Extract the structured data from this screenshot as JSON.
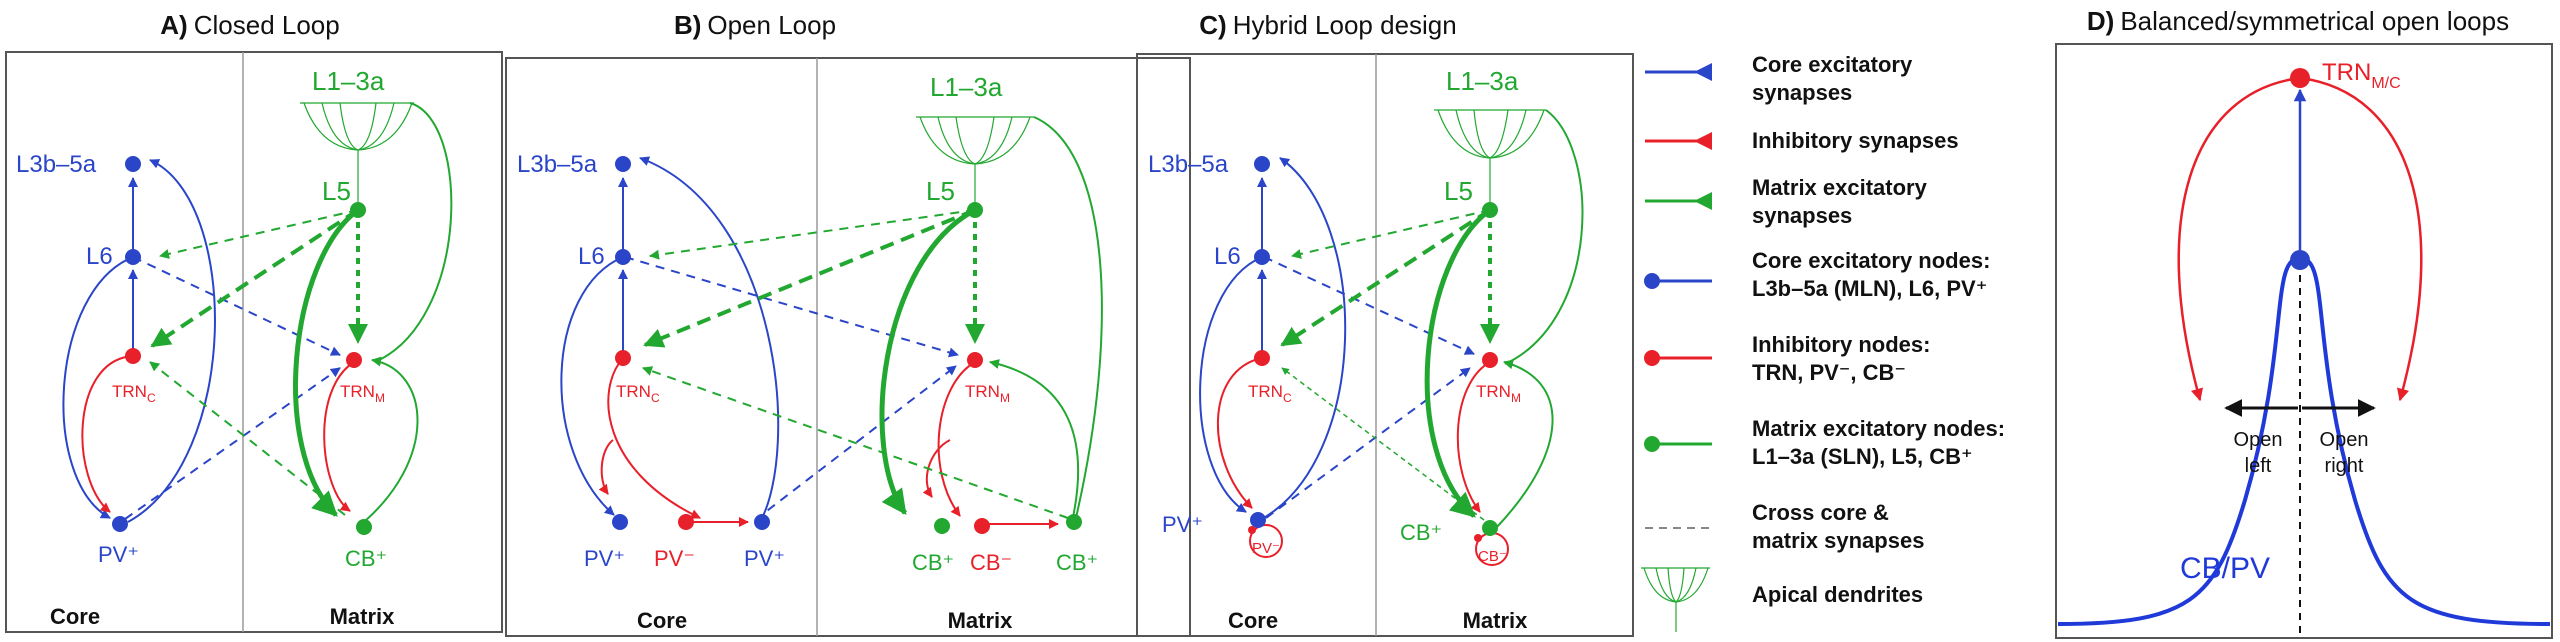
{
  "colors": {
    "core": "#2a45c8",
    "inhibitory": "#e8202a",
    "matrix": "#22a830",
    "frame": "#555555",
    "divider": "#9a9a9a",
    "text": "#111111"
  },
  "panels": {
    "a": {
      "letter": "A)",
      "title": "Closed Loop"
    },
    "b": {
      "letter": "B)",
      "title": "Open Loop"
    },
    "c": {
      "letter": "C)",
      "title": "Hybrid Loop design"
    },
    "d": {
      "letter": "D)",
      "title": "Balanced/symmetrical open loops"
    }
  },
  "columns": {
    "core": "Core",
    "matrix": "Matrix"
  },
  "nodes": {
    "l3b": "L3b–5a",
    "l6": "L6",
    "l1": "L1–3a",
    "l5": "L5",
    "trn": "TRN",
    "sub_c": "C",
    "sub_m": "M",
    "pv_plus": "PV⁺",
    "pv_minus": "PV⁻",
    "cb_plus": "CB⁺",
    "cb_minus": "CB⁻"
  },
  "legend": [
    {
      "icon": "core-synapse",
      "line1": "Core excitatory",
      "line2": "synapses"
    },
    {
      "icon": "inhibitory-synapse",
      "line1": "Inhibitory synapses",
      "line2": ""
    },
    {
      "icon": "matrix-synapse",
      "line1": "Matrix excitatory",
      "line2": "synapses"
    },
    {
      "icon": "core-node",
      "line1": "Core excitatory nodes:",
      "line2": "L3b–5a (MLN), L6, PV⁺"
    },
    {
      "icon": "inhibitory-node",
      "line1": "Inhibitory nodes:",
      "line2": "TRN, PV⁻, CB⁻"
    },
    {
      "icon": "matrix-node",
      "line1": "Matrix excitatory nodes:",
      "line2": "L1–3a (SLN), L5, CB⁺"
    },
    {
      "icon": "cross-dashed",
      "line1": "Cross core &",
      "line2": "matrix synapses"
    },
    {
      "icon": "apical-dendrites",
      "line1": "Apical dendrites",
      "line2": ""
    }
  ],
  "panel_d": {
    "trn_label": "TRN",
    "trn_sub": "M/C",
    "open_left_1": "Open",
    "open_left_2": "left",
    "open_right_1": "Open",
    "open_right_2": "right",
    "curve_label": "CB/PV"
  }
}
